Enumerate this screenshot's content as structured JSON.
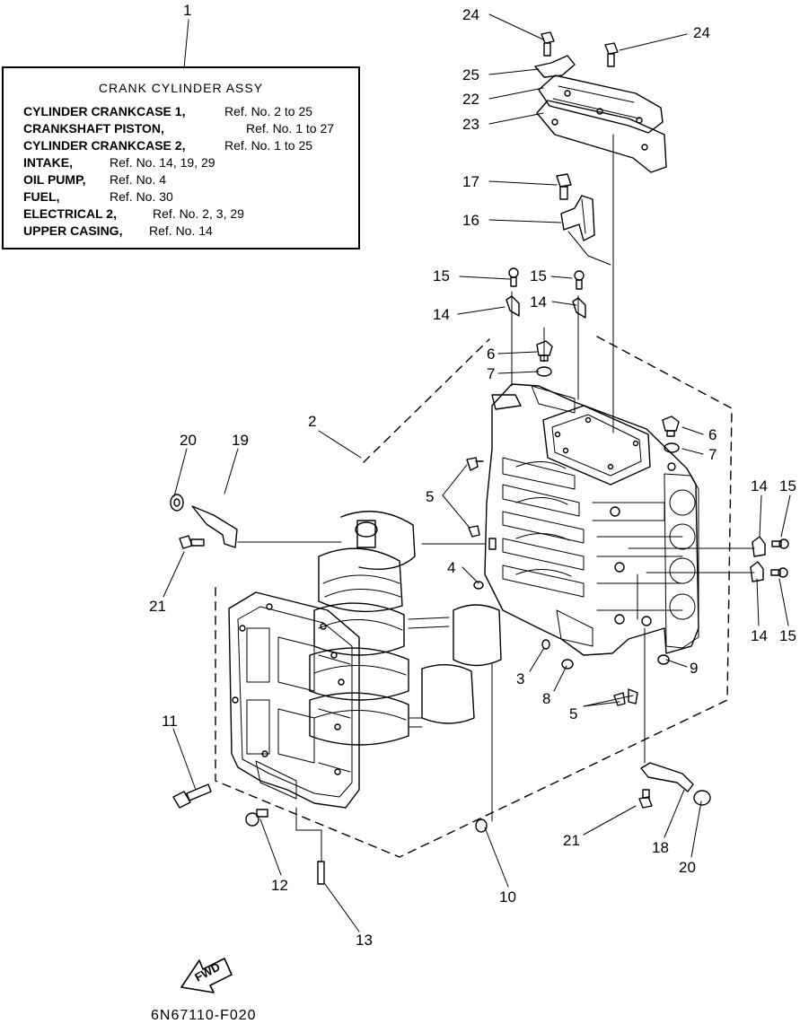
{
  "assy_box": {
    "ref_no": "1",
    "title": "CRANK CYLINDER ASSY",
    "rows": [
      {
        "name": "CYLINDER CRANKCASE 1,",
        "ref": "Ref. No. 2 to 25"
      },
      {
        "name": "CRANKSHAFT PISTON,",
        "ref": "Ref. No. 1 to 27"
      },
      {
        "name": "CYLINDER CRANKCASE 2,",
        "ref": "Ref. No. 1 to 25"
      },
      {
        "name": "INTAKE,",
        "ref": "Ref. No. 14, 19, 29"
      },
      {
        "name": "OIL PUMP,",
        "ref": "Ref. No. 4"
      },
      {
        "name": "FUEL,",
        "ref": "Ref. No. 30"
      },
      {
        "name": "ELECTRICAL 2,",
        "ref": "Ref. No. 2, 3, 29"
      },
      {
        "name": "UPPER CASING,",
        "ref": "Ref. No. 14"
      }
    ]
  },
  "callouts": {
    "c24a": "24",
    "c24b": "24",
    "c25": "25",
    "c22": "22",
    "c23": "23",
    "c17": "17",
    "c16": "16",
    "c15a": "15",
    "c15b": "15",
    "c14a": "14",
    "c14b": "14",
    "c6a": "6",
    "c7a": "7",
    "c6b": "6",
    "c7b": "7",
    "c2": "2",
    "c20a": "20",
    "c19": "19",
    "c5a": "5",
    "c4": "4",
    "c21a": "21",
    "c14c": "14",
    "c15c": "15",
    "c14d": "14",
    "c15d": "15",
    "c9": "9",
    "c3": "3",
    "c8": "8",
    "c5b": "5",
    "c11": "11",
    "c21b": "21",
    "c18": "18",
    "c20b": "20",
    "c12": "12",
    "c10": "10",
    "c13": "13"
  },
  "fwd_label": "FWD",
  "figure_code": "6N67110-F020"
}
